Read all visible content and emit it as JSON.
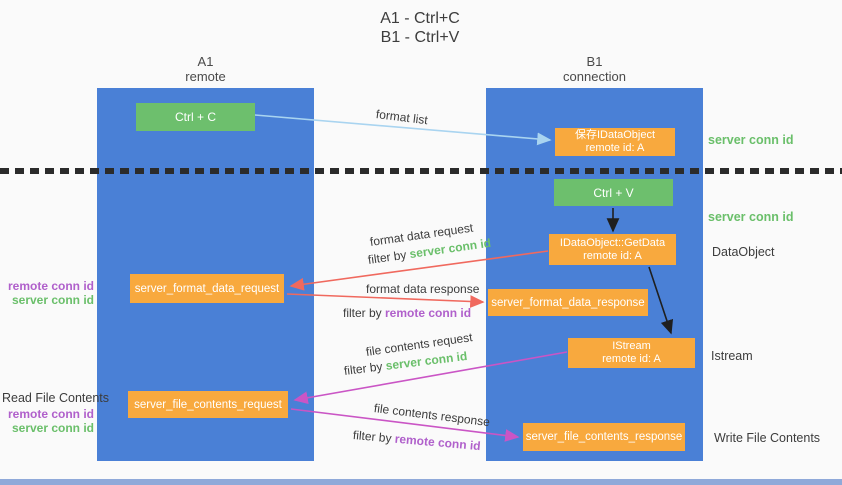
{
  "title": {
    "line1": "A1 - Ctrl+C",
    "line2": "B1 - Ctrl+V"
  },
  "lifelines": {
    "left": {
      "name": "A1",
      "role": "remote"
    },
    "right": {
      "name": "B1",
      "role": "connection"
    }
  },
  "nodes": {
    "ctrl_c": {
      "label": "Ctrl + C"
    },
    "ctrl_v": {
      "label": "Ctrl + V"
    },
    "save_dataobject": {
      "line1": "保存IDataObject",
      "line2": "remote id: A"
    },
    "getdata": {
      "line1": "IDataObject::GetData",
      "line2": "remote id: A"
    },
    "istream": {
      "line1": "IStream",
      "line2": "remote id: A"
    },
    "format_request": {
      "label": "server_format_data_request"
    },
    "format_response": {
      "label": "server_format_data_response"
    },
    "file_request": {
      "label": "server_file_contents_request"
    },
    "file_response": {
      "label": "server_file_contents_response"
    }
  },
  "annotations": {
    "right_server_conn_1": "server conn id",
    "right_server_conn_2": "server conn id",
    "dataobject": "DataObject",
    "istream": "Istream",
    "write_file": "Write File Contents",
    "read_file": "Read File Contents",
    "left_remote_conn_1": "remote conn id",
    "left_server_conn_1": "server conn id",
    "left_remote_conn_2": "remote conn id",
    "left_server_conn_2": "server conn id"
  },
  "arrows": {
    "format_list": {
      "label": "format list"
    },
    "format_data_request": {
      "label": "format data request",
      "filter_prefix": "filter by ",
      "filter_key": "server conn id"
    },
    "format_data_response": {
      "label": "format data response",
      "filter_prefix": "filter by ",
      "filter_key": "remote conn id"
    },
    "file_contents_request": {
      "label": "file contents request",
      "filter_prefix": "filter by ",
      "filter_key": "server conn id"
    },
    "file_contents_response": {
      "label": "file contents response",
      "filter_prefix": "filter by ",
      "filter_key": "remote conn id"
    }
  },
  "colors": {
    "lifeline_blue": "#4a80d6",
    "action_green": "#6dbf6d",
    "message_orange": "#f8a93e",
    "server_conn_green": "#6abf6a",
    "remote_conn_purple": "#b060cb",
    "request_red": "#f0695e",
    "file_magenta": "#ca55c5",
    "format_list_blue": "#a9d4f0",
    "black_arrow": "#1f1f1f",
    "background": "#fafafa"
  }
}
